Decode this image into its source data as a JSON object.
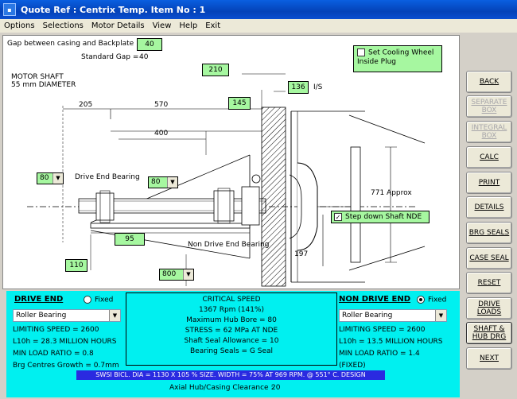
{
  "window": {
    "title": "Quote Ref : Centrix Temp. Item No : 1"
  },
  "menu": [
    "Options",
    "Selections",
    "Motor Details",
    "View",
    "Help",
    "Exit"
  ],
  "drawing": {
    "gap_label": "Gap between casing and Backplate =",
    "gap_value": "40",
    "standard_gap_label": "Standard Gap =",
    "standard_gap_value": "40",
    "cooling_wheel_label": "Set Cooling Wheel Inside Plug",
    "motor_shaft_label": "MOTOR SHAFT",
    "motor_shaft_diameter": "55 mm DIAMETER",
    "dims": {
      "d210": "210",
      "d136": "136",
      "is_label": "I/S",
      "d145": "145",
      "d205": "205",
      "d570": "570",
      "d400": "400",
      "d771": "771 Approx",
      "d95": "95",
      "d110": "110",
      "d197": "197"
    },
    "dropdowns": {
      "left": "80",
      "mid": "80",
      "bottom": "800"
    },
    "drive_end_bearing_label": "Drive End Bearing",
    "non_drive_end_bearing_label": "Non Drive End Bearing",
    "step_down_label": "Step down Shaft NDE"
  },
  "drive_end": {
    "title": "DRIVE END",
    "fixed_label": "Fixed",
    "bearing_type": "Roller Bearing",
    "limiting_speed": "LIMITING SPEED = 2600",
    "l10h": "L10h = 28.3 MILLION HOURS",
    "min_load_ratio": "MIN LOAD RATIO = 0.8",
    "growth": "Brg Centres Growth = 0.7mm"
  },
  "critical": {
    "title": "CRITICAL SPEED",
    "rpm": "1367 Rpm (141%)",
    "hub_bore": "Maximum Hub Bore = 80",
    "stress": "STRESS = 62 MPa AT NDE",
    "shaft_seal": "Shaft Seal Allowance = 10",
    "bearing_seals": "Bearing Seals = G Seal"
  },
  "non_drive_end": {
    "title": "NON DRIVE END",
    "fixed_label": "Fixed",
    "bearing_type": "Roller Bearing",
    "limiting_speed": "LIMITING SPEED = 2600",
    "l10h": "L10h = 13.5 MILLION HOURS",
    "min_load_ratio": "MIN LOAD RATIO = 1.4",
    "fixed_note": "(FIXED)"
  },
  "status_line": "SWSI BICL.  DIA = 1130 X 105 % SIZE.  WIDTH = 75% AT 969 RPM.  @ 551° C. DESIGN",
  "clearance_label": "Axial Hub/Casing Clearance :",
  "clearance_value": "20",
  "buttons": {
    "back": "BACK",
    "separate_box": "SEPARATE BOX",
    "integral_box": "INTEGRAL BOX",
    "calc": "CALC",
    "print": "PRINT",
    "details": "DETAILS",
    "brg_seals": "BRG SEALS",
    "case_seal": "CASE SEAL",
    "reset": "RESET",
    "drive_loads": "DRIVE LOADS",
    "shaft_hub_drg": "SHAFT & HUB DRG",
    "next": "NEXT"
  },
  "colors": {
    "accent_green": "#a6f7a0",
    "panel_cyan": "#00f0f0",
    "status_blue": "#2a2ae0"
  }
}
